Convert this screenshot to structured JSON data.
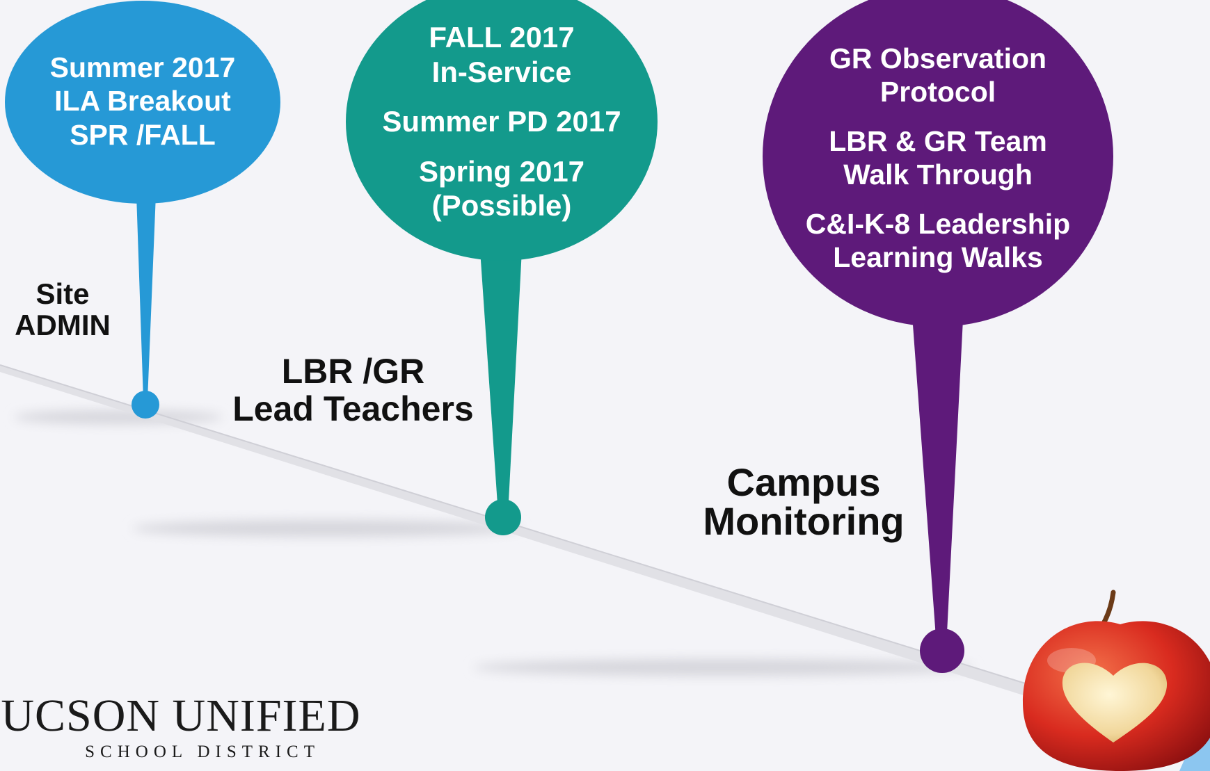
{
  "pins": [
    {
      "id": "site-admin",
      "color": "#2699d6",
      "lines": [
        "Summer 2017",
        "ILA Breakout",
        "SPR /FALL"
      ],
      "label": [
        "Site",
        "ADMIN"
      ]
    },
    {
      "id": "lead-teachers",
      "color": "#139a8c",
      "lines": [
        "FALL 2017",
        "In-Service",
        "",
        "Summer PD 2017",
        "",
        "Spring 2017",
        "(Possible)"
      ],
      "label": [
        "LBR /GR",
        "Lead Teachers"
      ]
    },
    {
      "id": "campus-monitoring",
      "color": "#5e1a7a",
      "lines": [
        "GR Observation",
        "Protocol",
        "",
        "LBR & GR Team",
        "Walk Through",
        "",
        "C&I-K-8 Leadership",
        "Learning Walks"
      ],
      "label": [
        "Campus",
        "Monitoring"
      ]
    }
  ],
  "logo": {
    "main": "TUCSON UNIFIED",
    "sub": "SCHOOL DISTRICT"
  },
  "icons": {
    "apple": "apple-heart-icon"
  }
}
